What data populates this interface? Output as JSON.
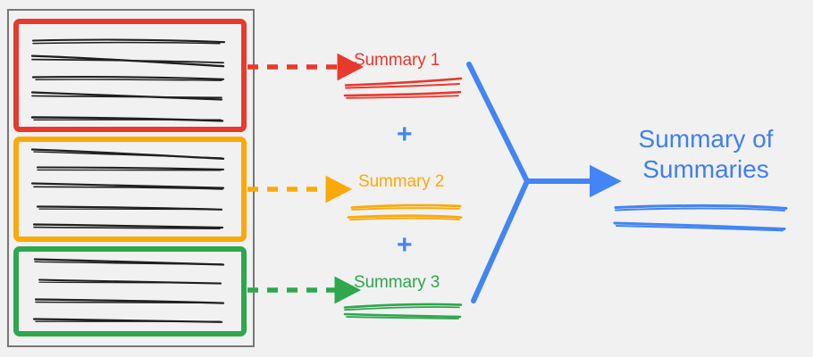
{
  "background_color": "#f1f1f1",
  "colors": {
    "red": "#e8392c",
    "yellow": "#fba90a",
    "green": "#2ea74d",
    "blue": "#4285f4",
    "ink": "#1f1f1f",
    "frame_gray": "#777777"
  },
  "document_panel": {
    "name": "source-documents",
    "sections": [
      {
        "id": "red",
        "color": "#e8392c",
        "line_count": 5
      },
      {
        "id": "yellow",
        "color": "#fba90a",
        "line_count": 5
      },
      {
        "id": "green",
        "color": "#2ea74d",
        "line_count": 4
      }
    ]
  },
  "arrows": [
    {
      "id": "red-arrow",
      "color": "#e8392c",
      "style": "dashed"
    },
    {
      "id": "yellow-arrow",
      "color": "#fba90a",
      "style": "dashed"
    },
    {
      "id": "green-arrow",
      "color": "#2ea74d",
      "style": "dashed"
    },
    {
      "id": "merge-arrow",
      "color": "#4285f4",
      "style": "solid"
    }
  ],
  "summaries": [
    {
      "label": "Summary 1",
      "color": "#e8392c",
      "squiggle_lines": 2
    },
    {
      "label": "Summary 2",
      "color": "#fba90a",
      "squiggle_lines": 2
    },
    {
      "label": "Summary 3",
      "color": "#2ea74d",
      "squiggle_lines": 2
    }
  ],
  "operators": [
    {
      "symbol": "+",
      "color": "#4285f4"
    },
    {
      "symbol": "+",
      "color": "#4285f4"
    }
  ],
  "final": {
    "line1": "Summary of",
    "line2": "Summaries",
    "color": "#4285f4",
    "squiggle_lines": 2
  }
}
